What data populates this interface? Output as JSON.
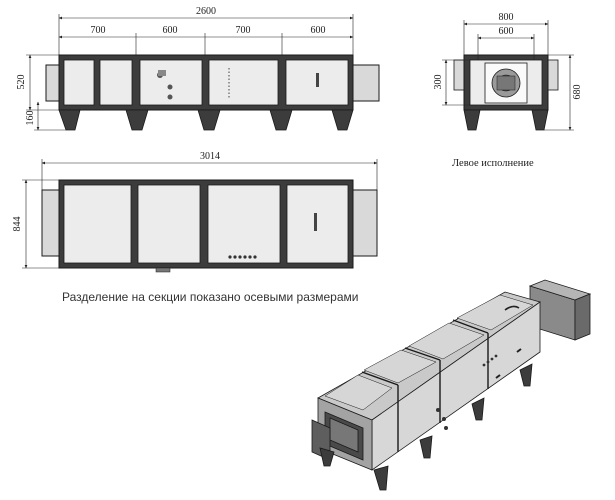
{
  "drawing": {
    "dims": {
      "overall_length": "2600",
      "section_1": "700",
      "section_2": "600",
      "section_3": "700",
      "section_4": "600",
      "height_casing": "520",
      "leg_height": "160",
      "width_outer": "800",
      "width_inner": "600",
      "inner_height": "300",
      "total_height": "680",
      "plan_length": "3014",
      "plan_width": "844"
    },
    "variant_label": "Левое исполнение",
    "caption": "Разделение на секции показано осевыми размерами"
  },
  "colors": {
    "line": "#1a1a1a",
    "panel": "#ececec",
    "frame": "#3a3a3a",
    "iso_top": "#c9c9c9",
    "iso_front": "#d7d7d7",
    "iso_side": "#9a9a9a"
  }
}
